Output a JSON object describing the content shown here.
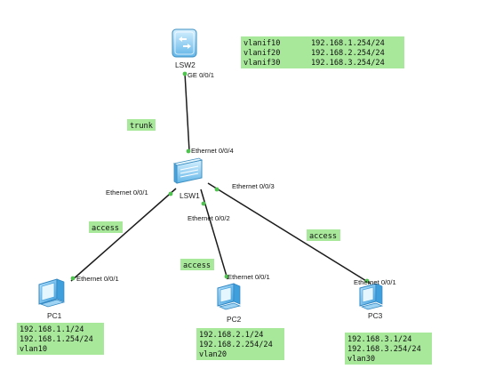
{
  "devices": {
    "lsw2": {
      "label": "LSW2"
    },
    "lsw1": {
      "label": "LSW1"
    },
    "pc1": {
      "label": "PC1"
    },
    "pc2": {
      "label": "PC2"
    },
    "pc3": {
      "label": "PC3"
    }
  },
  "ports": {
    "lsw2_up": "GE 0/0/1",
    "lsw1_uplink": "Ethernet 0/0/4",
    "lsw1_p1": "Ethernet 0/0/1",
    "lsw1_p2": "Ethernet 0/0/2",
    "lsw1_p3": "Ethernet 0/0/3",
    "pc1_eth": "Ethernet 0/0/1",
    "pc2_eth": "Ethernet 0/0/1",
    "pc3_eth": "Ethernet 0/0/1"
  },
  "link_labels": {
    "trunk": "trunk",
    "access1": "access",
    "access2": "access",
    "access3": "access"
  },
  "vlanif_table": [
    {
      "name": "vlanif10",
      "ip": "192.168.1.254/24"
    },
    {
      "name": "vlanif20",
      "ip": "192.168.2.254/24"
    },
    {
      "name": "vlanif30",
      "ip": "192.168.3.254/24"
    }
  ],
  "pc_info": {
    "pc1": {
      "ip": "192.168.1.1/24",
      "gateway": "192.168.1.254/24",
      "vlan": "vlan10"
    },
    "pc2": {
      "ip": "192.168.2.1/24",
      "gateway": "192.168.2.254/24",
      "vlan": "vlan20"
    },
    "pc3": {
      "ip": "192.168.3.1/24",
      "gateway": "192.168.3.254/24",
      "vlan": "vlan30"
    }
  },
  "colors": {
    "note_bg": "#a7e89a",
    "link": "#1b1b1b",
    "port_dot": "#4fc24f",
    "device_blue": "#6cc0ec"
  }
}
